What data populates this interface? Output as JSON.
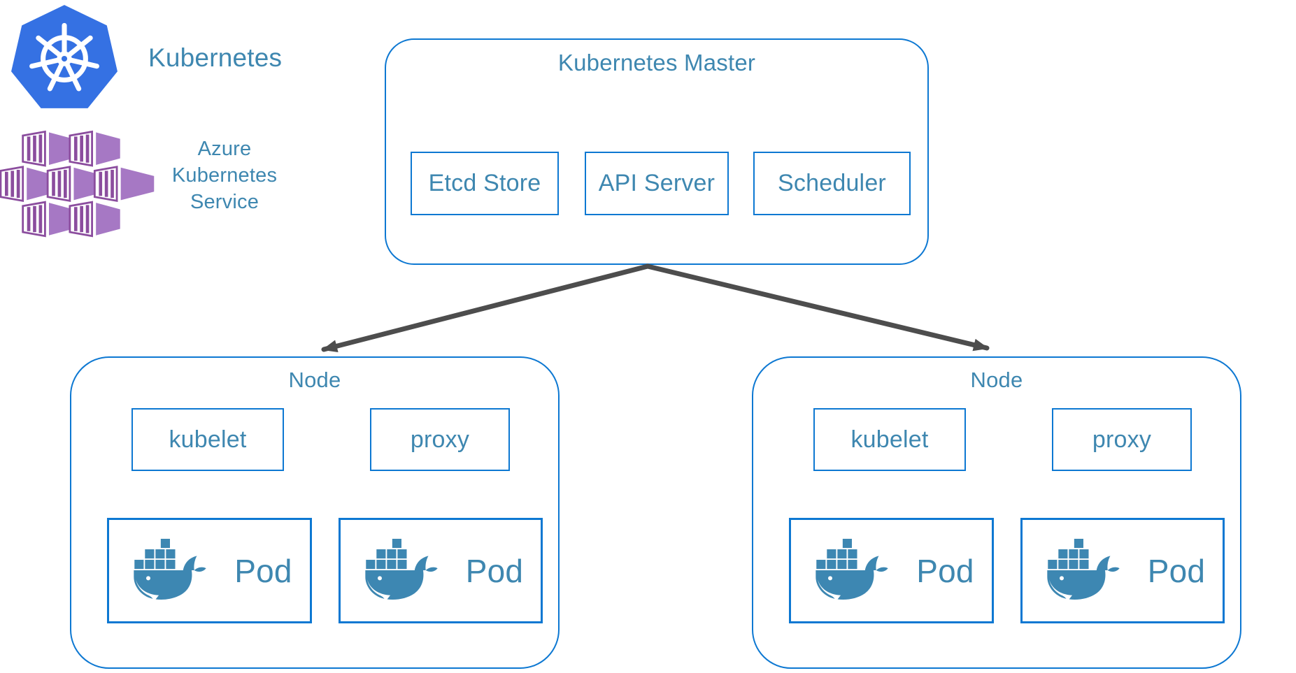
{
  "colors": {
    "border_blue": "#0d78d2",
    "text_blue": "#3e87b0",
    "arrow_gray": "#4d4d4d",
    "kubernetes_blue": "#3571e3",
    "aks_purple": "#a678c4",
    "aks_purple_dark": "#8b4d9e",
    "docker_blue": "#3d87b2",
    "canvas_bg": "#ffffff"
  },
  "branding": {
    "kubernetes_label": "Kubernetes",
    "aks_label_lines": [
      "Azure",
      "Kubernetes",
      "Service"
    ]
  },
  "master": {
    "title": "Kubernetes Master",
    "components": [
      {
        "label": "Etcd Store"
      },
      {
        "label": "API Server"
      },
      {
        "label": "Scheduler"
      }
    ]
  },
  "nodes": {
    "left": {
      "title": "Node",
      "agents": [
        {
          "label": "kubelet"
        },
        {
          "label": "proxy"
        }
      ],
      "pods": [
        {
          "label": "Pod"
        },
        {
          "label": "Pod"
        }
      ]
    },
    "right": {
      "title": "Node",
      "agents": [
        {
          "label": "kubelet"
        },
        {
          "label": "proxy"
        }
      ],
      "pods": [
        {
          "label": "Pod"
        },
        {
          "label": "Pod"
        }
      ]
    }
  },
  "icons": {
    "kubernetes_logo": "kubernetes-helm-heptagon",
    "aks_logo": "azure-kubernetes-service-containers",
    "pod_icon": "docker-whale"
  }
}
